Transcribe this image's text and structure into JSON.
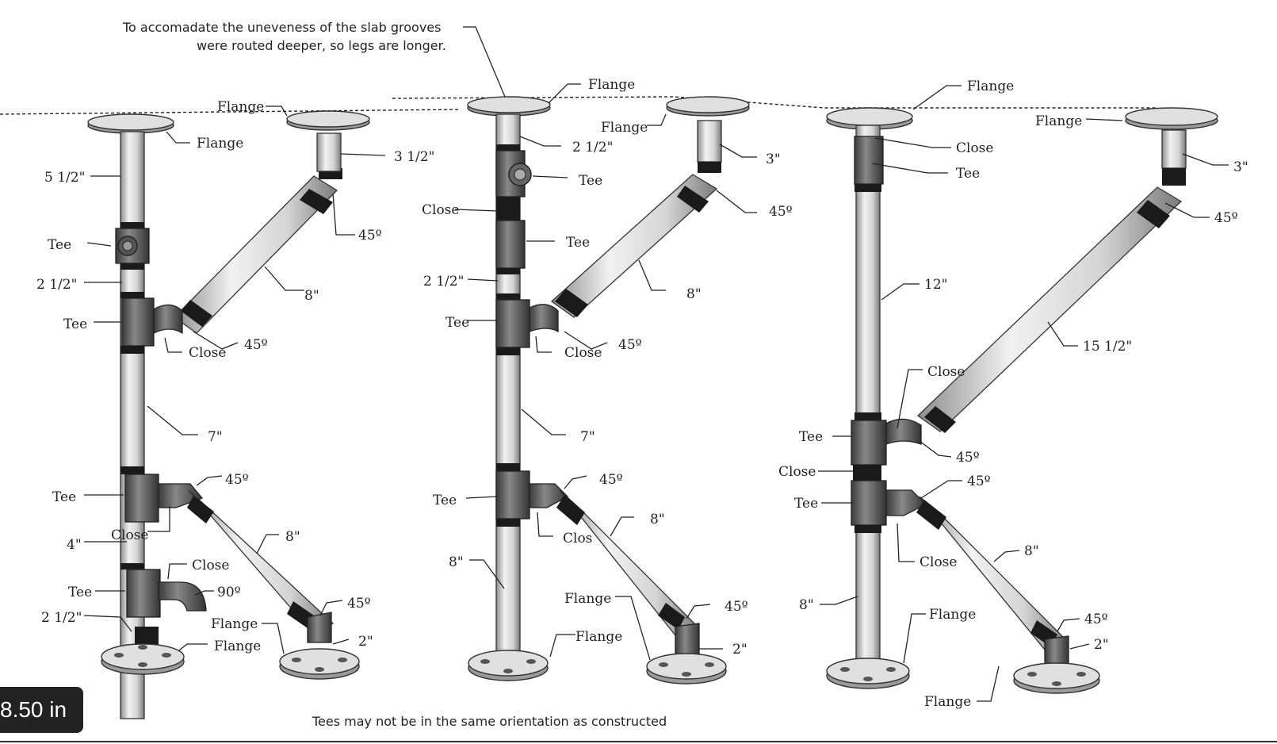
{
  "notes": {
    "top_line1": "To accomadate the uneveness of the slab grooves",
    "top_line2": "were routed deeper, so legs are longer.",
    "bottom": "Tees may not be in the same orientation as constructed"
  },
  "measurement": "8.50 in",
  "labels": {
    "flange": "Flange",
    "tee": "Tee",
    "close": "Close",
    "deg45": "45º",
    "deg90": "90º",
    "close_cut": "Clos",
    "l1_5_5": "5 1/2\"",
    "l1_3_5": "3 1/2\"",
    "l1_2_5a": "2 1/2\"",
    "l1_8a": "8\"",
    "l1_7": "7\"",
    "l1_8b": "8\"",
    "l1_4": "4\"",
    "l1_2_5b": "2 1/2\"",
    "l1_2": "2\"",
    "l2_2_5a": "2 1/2\"",
    "l2_3": "3\"",
    "l2_2_5b": "2 1/2\"",
    "l2_8a": "8\"",
    "l2_7": "7\"",
    "l2_8b": "8\"",
    "l2_8c": "8\"",
    "l2_2": "2\"",
    "l3_3": "3\"",
    "l3_12": "12\"",
    "l3_15_5": "15 1/2\"",
    "l3_8a": "8\"",
    "l3_8b": "8\"",
    "l3_2": "2\""
  }
}
